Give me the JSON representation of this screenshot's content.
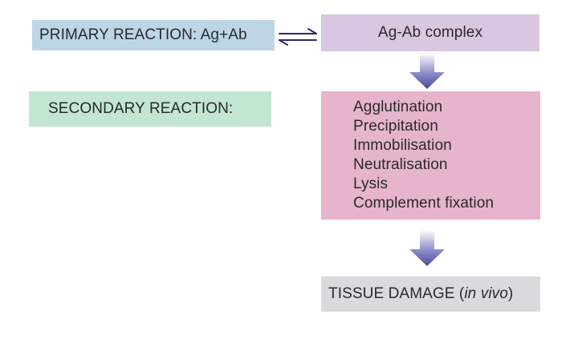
{
  "primary_reaction": {
    "label": "PRIMARY REACTION: Ag+Ab",
    "color": "#bcd6e6"
  },
  "equilibrium_icon": "reversible-reaction-arrows",
  "complex": {
    "label": "Ag-Ab complex",
    "color": "#d9c6e0"
  },
  "secondary_reaction": {
    "label": "SECONDARY REACTION:",
    "color": "#c2e6d2"
  },
  "reactions": {
    "color": "#e6b4cc",
    "items": [
      "Agglutination",
      "Precipitation",
      "Immobilisation",
      "Neutralisation",
      "Lysis",
      "Complement fixation"
    ]
  },
  "tissue_damage": {
    "label": "TISSUE DAMAGE (",
    "qualifier": "in vivo",
    "suffix": ")",
    "color": "#d8dadc"
  },
  "arrow_color": "#4a4a9a"
}
